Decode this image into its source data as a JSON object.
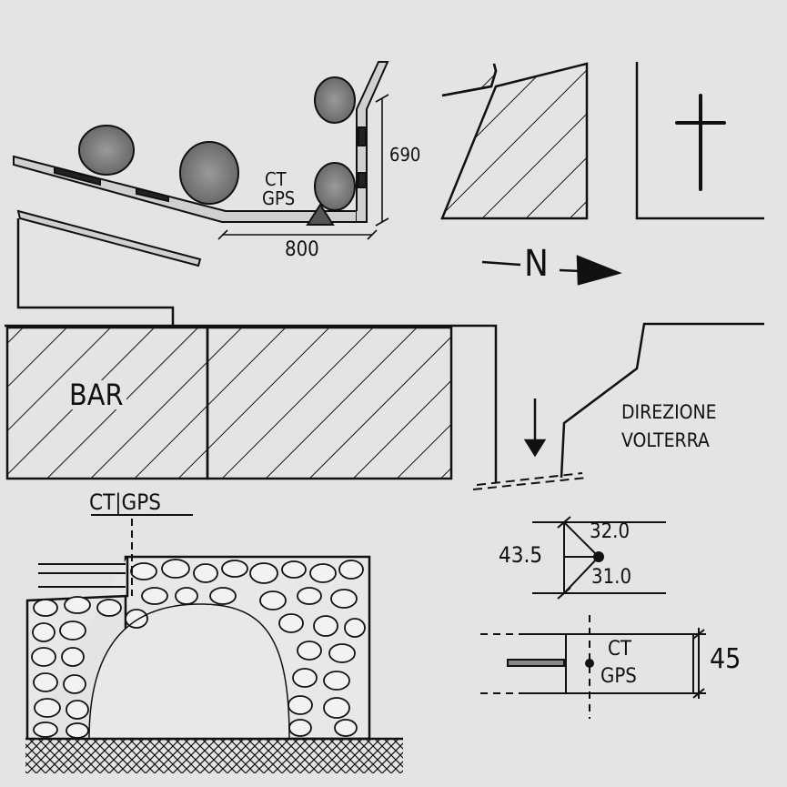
{
  "plan": {
    "station_code_line1": "CT",
    "station_code_line2": "GPS",
    "dim_width": "800",
    "dim_height": "690",
    "north_label": "N",
    "bar_label": "BAR",
    "direction_line1": "DIREZIONE",
    "direction_line2": "VOLTERRA"
  },
  "elevation": {
    "station_label": "CT|GPS"
  },
  "detail_section": {
    "dim_total": "43.5",
    "dim_top": "32.0",
    "dim_bottom": "31.0"
  },
  "detail_plan": {
    "station_line1": "CT",
    "station_line2": "GPS",
    "dim_width": "45"
  },
  "colors": {
    "background": "#e4e4e4",
    "ink": "#111111",
    "hatch_fill": "#dcdcdc"
  }
}
